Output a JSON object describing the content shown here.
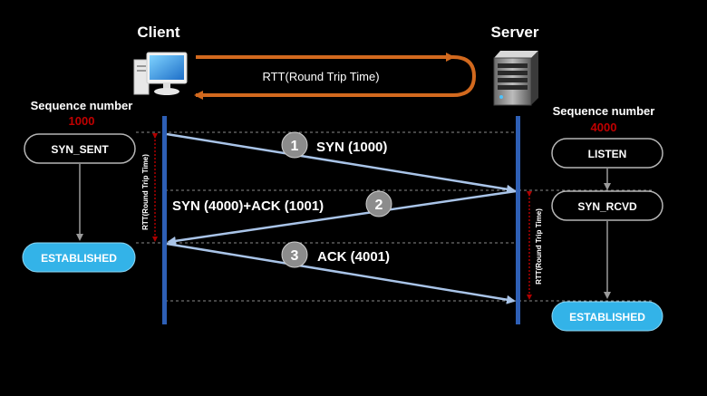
{
  "title_client": "Client",
  "title_server": "Server",
  "rtt_top": "RTT(Round Trip Time)",
  "client": {
    "seq_label": "Sequence number",
    "seq_value": "1000",
    "state_1": "SYN_SENT",
    "state_2": "ESTABLISHED",
    "rtt_vertical": "RTT(Round Trip Time)"
  },
  "server": {
    "seq_label": "Sequence number",
    "seq_value": "4000",
    "state_1": "LISTEN",
    "state_2": "SYN_RCVD",
    "state_3": "ESTABLISHED",
    "rtt_vertical": "RTT(Round Trip Time)"
  },
  "messages": [
    {
      "step": "1",
      "label": "SYN (1000)"
    },
    {
      "step": "2",
      "label": "SYN (4000)+ACK (1001)"
    },
    {
      "step": "3",
      "label": "ACK (4001)"
    }
  ],
  "colors": {
    "background": "#000000",
    "timeline": "#2e5fb5",
    "arrow": "#a9c4e8",
    "rtt_arrow": "#d2691e",
    "seq_value": "#c00000",
    "established": "#33b3e8",
    "step_badge": "#8c8c8c"
  },
  "icons": [
    "computer-icon",
    "server-icon"
  ]
}
